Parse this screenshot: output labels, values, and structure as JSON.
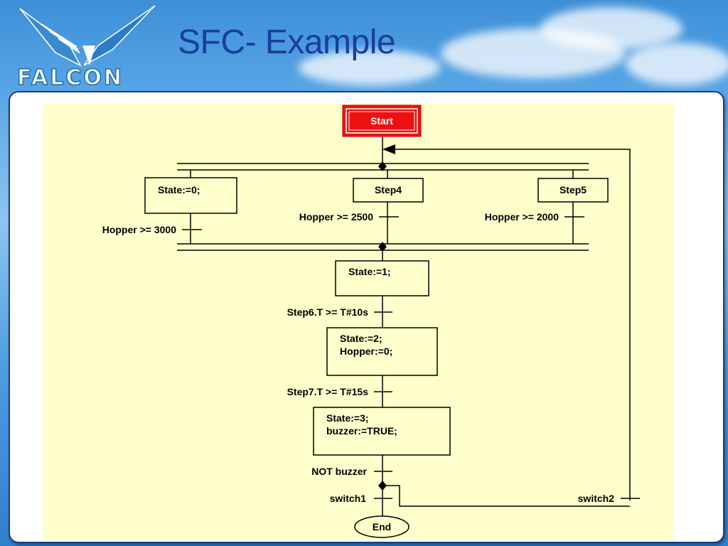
{
  "slide": {
    "title_part1": "SFC-",
    "title_part2": "Example",
    "logo_text": "FALCON"
  },
  "colors": {
    "title": "#1a3d9e",
    "diagram_background": "#ffffcc",
    "start_step_fill": "#ee1111",
    "panel_border": "#1f3a7a"
  },
  "sfc": {
    "start_step": "Start",
    "end_step": "End",
    "parallel_steps": {
      "left": "State:=0;",
      "middle": "Step4",
      "right": "Step5"
    },
    "parallel_transitions": {
      "left": "Hopper >= 3000",
      "middle": "Hopper >= 2500",
      "right": "Hopper >= 2000"
    },
    "step_state1": [
      "State:=1;"
    ],
    "transition_1": "Step6.T >= T#10s",
    "step_state2": [
      "State:=2;",
      "Hopper:=0;"
    ],
    "transition_2": "Step7.T >= T#15s",
    "step_state3": [
      "State:=3;",
      "buzzer:=TRUE;"
    ],
    "transition_3": "NOT buzzer",
    "branch_transitions": {
      "to_end": "switch1",
      "loop_back": "switch2"
    }
  }
}
